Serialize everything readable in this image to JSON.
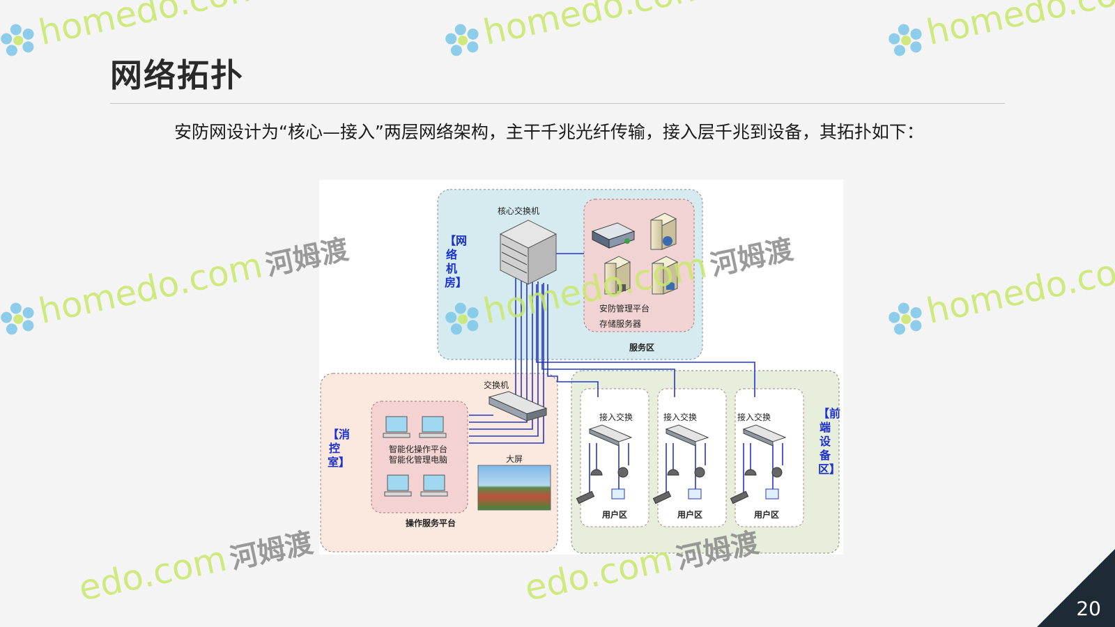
{
  "slide": {
    "title": "网络拓扑",
    "subtitle": "安防网设计为“核心—接入”两层网络架构，主干千兆光纤传输，接入层千兆到设备，其拓扑如下：",
    "page_number": "20"
  },
  "diagram": {
    "core_switch_label": "核心交换机",
    "network_room_label": "【网络机房】",
    "service_zone": {
      "platform_label_1": "安防管理平台",
      "platform_label_2": "存储服务器",
      "zone_label": "服务区"
    },
    "control_room_label": "【消控室】",
    "switch_label": "交换机",
    "operation": {
      "pc_label_1": "智能化操作平台",
      "pc_label_2": "智能化管理电脑",
      "screen_label": "大屏",
      "zone_label": "操作服务平台"
    },
    "front_end_label": "【前端设备区】",
    "access_switch_label": "接入交换",
    "user_zone_label": "用户区"
  },
  "watermark": {
    "latin": "homedo.com",
    "cn": "河姆渡"
  },
  "colors": {
    "network_room_bg": "#d5ebf0",
    "service_zone_bg": "#f2d3d3",
    "control_room_bg": "#fbe9e0",
    "operation_bg": "#f4d2d2",
    "front_end_bg": "#e8eedc",
    "link_blue": "#2436c8",
    "corner_dark": "#1e2a36"
  }
}
